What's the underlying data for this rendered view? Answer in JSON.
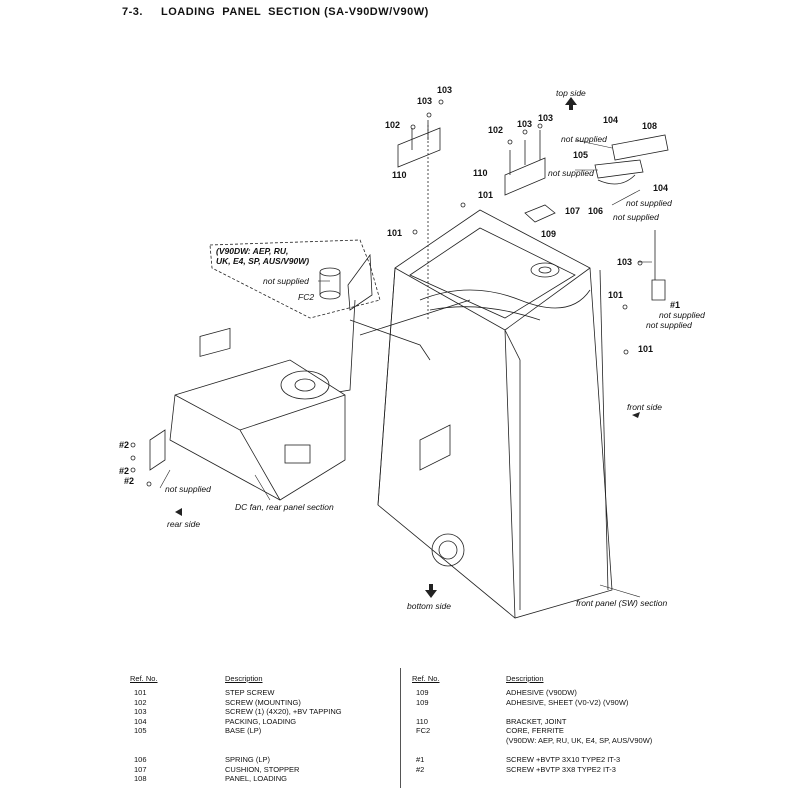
{
  "header": {
    "section": "7-3.",
    "title": "LOADING  PANEL  SECTION (SA-V90DW/V90W)"
  },
  "diagram": {
    "ref_labels": [
      "101",
      "102",
      "103",
      "104",
      "105",
      "106",
      "107",
      "108",
      "109",
      "110",
      "#1",
      "#2",
      "FC2"
    ],
    "notes": {
      "top_side": "top side",
      "front_side": "front side",
      "rear_side": "rear side",
      "bottom_side": "bottom side",
      "not_supplied": "not supplied",
      "dc_fan": "DC fan, rear panel section",
      "front_panel": "front panel (SW) section",
      "variant_box": "(V90DW: AEP, RU,\nUK, E4, SP, AUS/V90W)"
    }
  },
  "parts_table": {
    "headers": {
      "ref": "Ref. No.",
      "desc": "Description"
    },
    "left": [
      {
        "ref": "101",
        "desc": "STEP SCREW"
      },
      {
        "ref": "102",
        "desc": "SCREW (MOUNTING)"
      },
      {
        "ref": "103",
        "desc": "SCREW (1) (4X20), +BV TAPPING"
      },
      {
        "ref": "104",
        "desc": "PACKING, LOADING"
      },
      {
        "ref": "105",
        "desc": "BASE (LP)"
      },
      {
        "ref": "106",
        "desc": "SPRING (LP)"
      },
      {
        "ref": "107",
        "desc": "CUSHION, STOPPER"
      },
      {
        "ref": "108",
        "desc": "PANEL, LOADING"
      }
    ],
    "right": [
      {
        "ref": "109",
        "desc": "ADHESIVE (V90DW)"
      },
      {
        "ref": "109",
        "desc": "ADHESIVE, SHEET (V0-V2) (V90W)"
      },
      {
        "ref": "110",
        "desc": "BRACKET, JOINT"
      },
      {
        "ref": "FC2",
        "desc": "CORE, FERRITE"
      },
      {
        "ref": "",
        "desc": "(V90DW: AEP, RU, UK, E4, SP, AUS/V90W)"
      },
      {
        "ref": "#1",
        "desc": "SCREW +BVTP 3X10 TYPE2 IT-3"
      },
      {
        "ref": "#2",
        "desc": "SCREW +BVTP 3X8 TYPE2 IT-3"
      }
    ]
  }
}
